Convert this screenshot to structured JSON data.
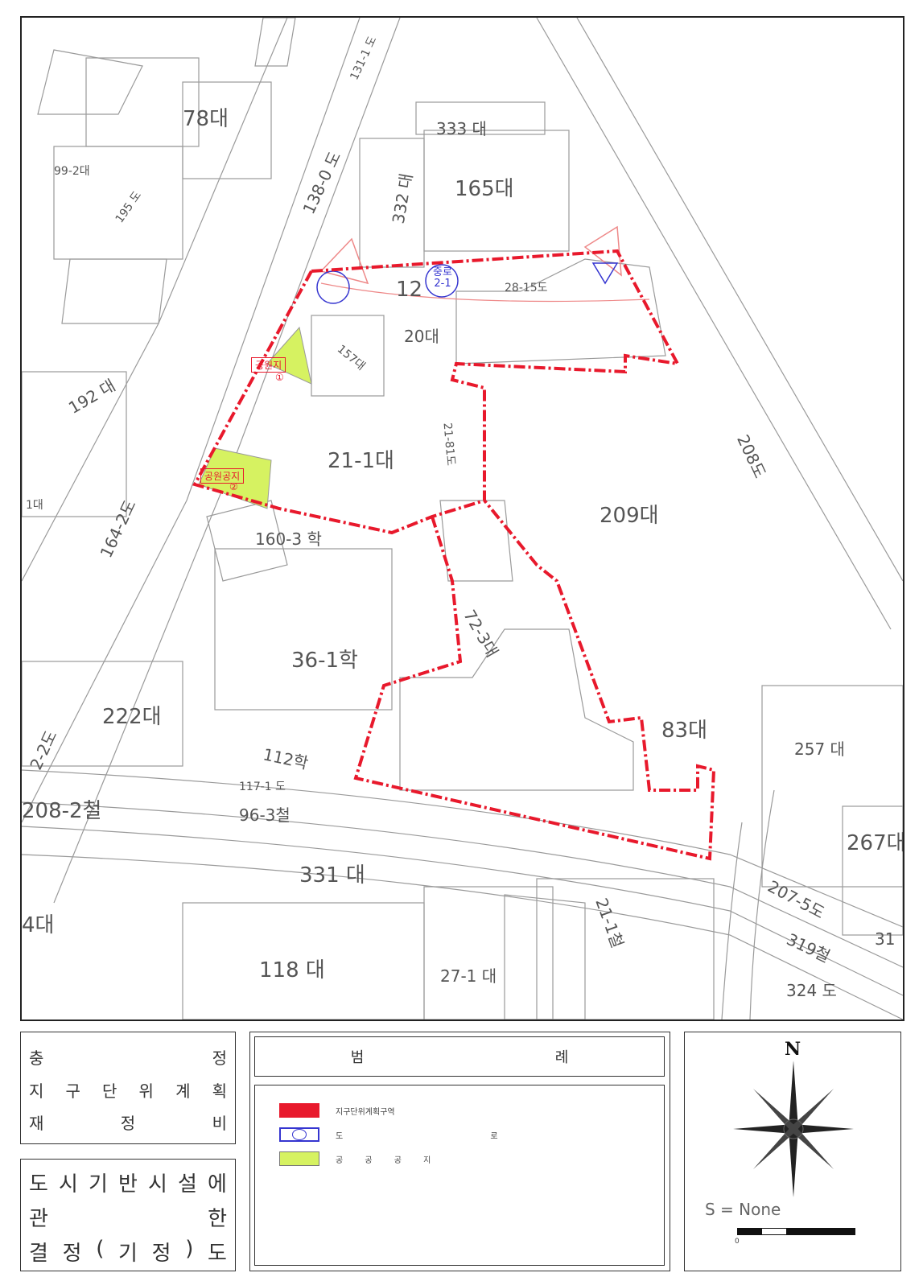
{
  "map": {
    "parcels": {
      "p78": "78대",
      "p333": "333 대",
      "p165": "165대",
      "p332": "332 대",
      "p138": "138-0 도",
      "p131": "131-1 도",
      "p195": "195 도",
      "p99": "99-2대",
      "p12": "12",
      "p20": "20대",
      "p157": "157대",
      "p192": "192 대",
      "p21_1": "21-1대",
      "p209": "209대",
      "p208": "208도",
      "p1": "1대",
      "p164": "164-2도",
      "p160": "160-3 학",
      "p36": "36-1학",
      "p72": "72-3대",
      "p222": "222대",
      "p83": "83대",
      "p257": "257 대",
      "p112": "112학",
      "p117": "117-1 도",
      "p208_2": "208-2철",
      "p96": "96-3철",
      "p331": "331 대",
      "p267": "267대",
      "p207": "207-5도",
      "p319": "319철",
      "p31": "31",
      "p4": "4대",
      "p118": "118 대",
      "p27": "27-1 대",
      "p21_1h": "21-1철",
      "p324": "324 도",
      "p2": "2-2도",
      "p28_15": "28-15도",
      "p21_81": "21-81도"
    },
    "markers": {
      "road_label": "중로 2-1",
      "park1": "공원지",
      "park1_no": "①",
      "park2": "공원공지",
      "park2_no": "②"
    }
  },
  "title_panel": {
    "row1": [
      "충",
      "정"
    ],
    "row2": [
      "지",
      "구",
      "단",
      "위",
      "계",
      "획"
    ],
    "row3": [
      "재",
      "정",
      "비"
    ]
  },
  "decision_panel": {
    "row1": [
      "도",
      "시",
      "기",
      "반",
      "시",
      "설",
      "에"
    ],
    "row2": [
      "관",
      "한"
    ],
    "row3": [
      "결",
      "정",
      "(",
      "기",
      "정",
      ")",
      "도"
    ]
  },
  "legend": {
    "title": [
      "범",
      "례"
    ],
    "items": [
      {
        "label": "지구단위계획구역",
        "color": "#e8192c",
        "kind": "boundary"
      },
      {
        "label": "도 로",
        "color": "#2e2edb",
        "kind": "road"
      },
      {
        "label": "공 공 공 지",
        "color": "#d6f261",
        "kind": "open-space"
      }
    ]
  },
  "north_panel": {
    "north_label": "N",
    "scale_text": "S = None",
    "scale_zero": "0"
  },
  "colors": {
    "boundary": "#e8192c",
    "road_marker": "#3535d0",
    "open_space": "#d6f261",
    "parcel_line": "#9a9a9a"
  }
}
